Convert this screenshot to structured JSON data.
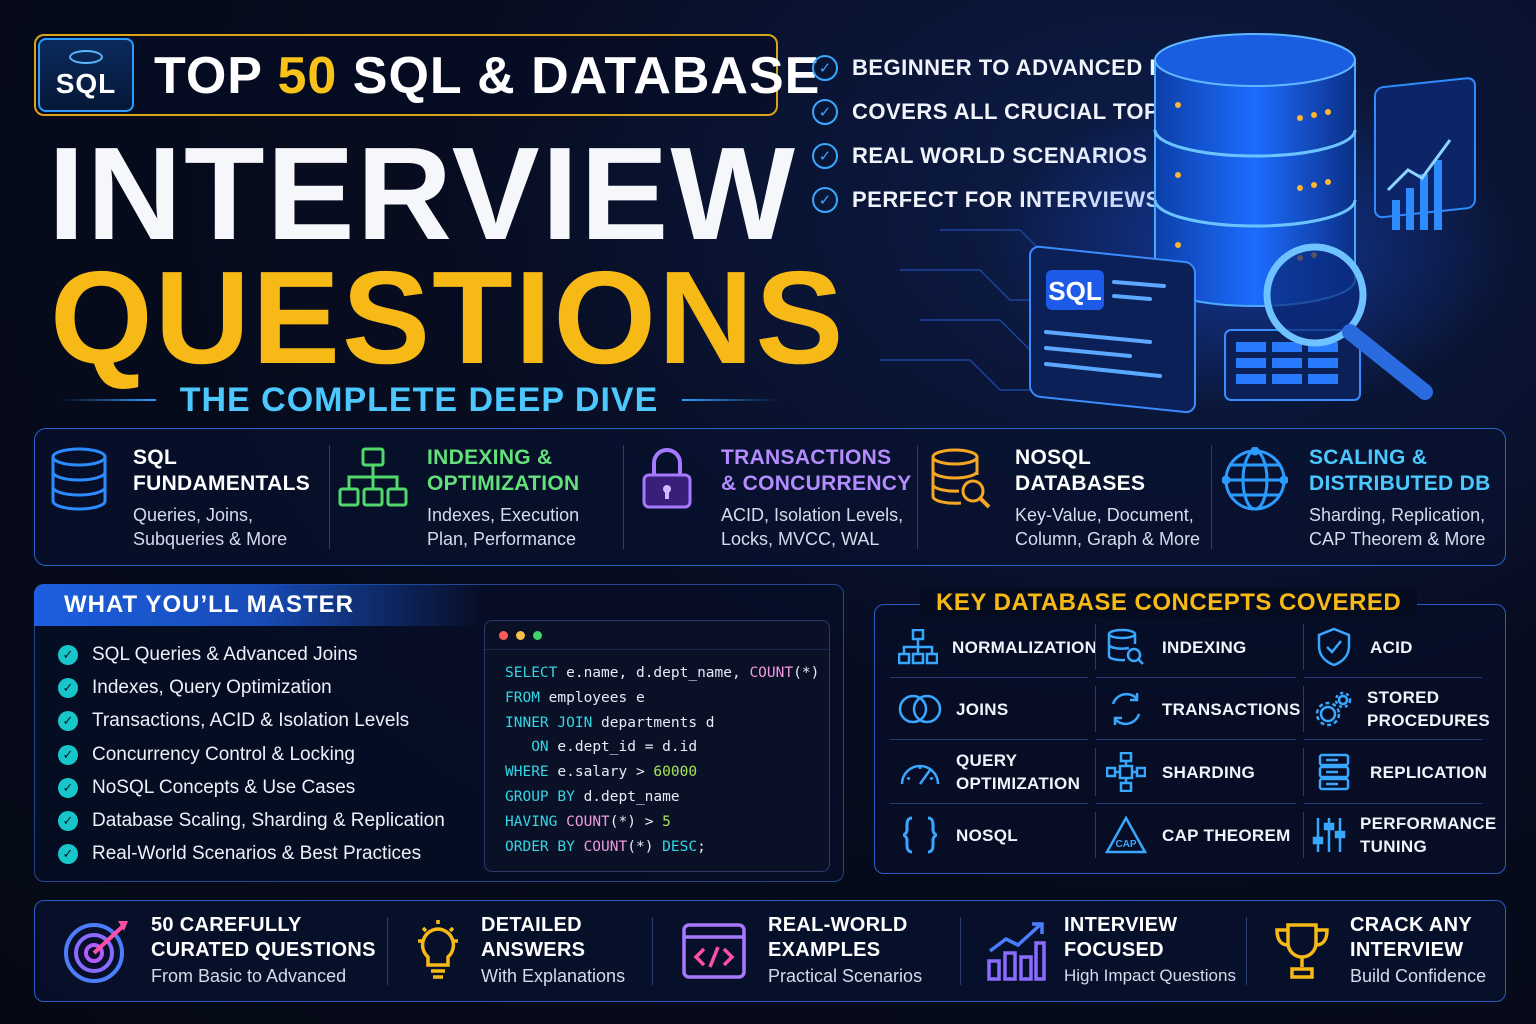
{
  "header": {
    "badge": "SQL",
    "title_prefix": "TOP",
    "title_number": "50",
    "title_suffix": "SQL & DATABASE",
    "line1": "INTERVIEW",
    "line2": "QUESTIONS",
    "subtitle": "THE COMPLETE DEEP DIVE"
  },
  "features": [
    "BEGINNER TO ADVANCED LEVEL",
    "COVERS ALL CRUCIAL TOPICS",
    "REAL WORLD SCENARIOS",
    "PERFECT FOR INTERVIEWS"
  ],
  "hero": {
    "sql_label": "SQL"
  },
  "topics": [
    {
      "title1": "SQL",
      "title2": "FUNDAMENTALS",
      "desc1": "Queries, Joins,",
      "desc2": "Subqueries & More",
      "color": "#ffffff",
      "icon": "database-icon"
    },
    {
      "title1": "INDEXING &",
      "title2": "OPTIMIZATION",
      "desc1": "Indexes, Execution",
      "desc2": "Plan, Performance",
      "color": "#63e07a",
      "icon": "hierarchy-icon"
    },
    {
      "title1": "TRANSACTIONS",
      "title2": "& CONCURRENCY",
      "desc1": "ACID, Isolation Levels,",
      "desc2": "Locks, MVCC, WAL",
      "color": "#b58cff",
      "icon": "lock-icon"
    },
    {
      "title1": "NOSQL",
      "title2": "DATABASES",
      "desc1": "Key-Value, Document,",
      "desc2": "Column, Graph & More",
      "color": "#ffffff",
      "icon": "database-search-icon"
    },
    {
      "title1": "SCALING &",
      "title2": "DISTRIBUTED DB",
      "desc1": "Sharding, Replication,",
      "desc2": "CAP Theorem & More",
      "color": "#4cc8ff",
      "icon": "globe-icon"
    }
  ],
  "master": {
    "title": "WHAT YOU’LL MASTER",
    "items": [
      "SQL Queries & Advanced Joins",
      "Indexes, Query Optimization",
      "Transactions, ACID & Isolation Levels",
      "Concurrency Control & Locking",
      "NoSQL Concepts & Use Cases",
      "Database Scaling, Sharding & Replication",
      "Real-World Scenarios & Best Practices"
    ]
  },
  "code": {
    "lines": [
      "SELECT e.name, d.dept_name, COUNT(*)",
      "FROM employees e",
      "INNER JOIN departments d",
      "   ON e.dept_id = d.id",
      "WHERE e.salary > 60000",
      "GROUP BY d.dept_name",
      "HAVING COUNT(*) > 5",
      "ORDER BY COUNT(*) DESC;"
    ],
    "dot_colors": [
      "#ff5b5b",
      "#f6c04a",
      "#3fd36b"
    ]
  },
  "concepts": {
    "title": "KEY DATABASE CONCEPTS COVERED",
    "items": [
      {
        "l1": "NORMALIZATION",
        "l2": "",
        "icon": "hierarchy-icon"
      },
      {
        "l1": "INDEXING",
        "l2": "",
        "icon": "database-search-icon"
      },
      {
        "l1": "ACID",
        "l2": "",
        "icon": "shield-check-icon"
      },
      {
        "l1": "JOINS",
        "l2": "",
        "icon": "venn-icon"
      },
      {
        "l1": "TRANSACTIONS",
        "l2": "",
        "icon": "cycle-icon"
      },
      {
        "l1": "STORED",
        "l2": "PROCEDURES",
        "icon": "gears-icon"
      },
      {
        "l1": "QUERY",
        "l2": "OPTIMIZATION",
        "icon": "gauge-icon"
      },
      {
        "l1": "SHARDING",
        "l2": "",
        "icon": "network-icon"
      },
      {
        "l1": "REPLICATION",
        "l2": "",
        "icon": "server-icon"
      },
      {
        "l1": "NOSQL",
        "l2": "",
        "icon": "braces-icon"
      },
      {
        "l1": "CAP THEOREM",
        "l2": "",
        "icon": "cap-triangle-icon"
      },
      {
        "l1": "PERFORMANCE",
        "l2": "TUNING",
        "icon": "sliders-icon"
      }
    ],
    "cap_label": "CAP"
  },
  "bottom": [
    {
      "t1": "50 CAREFULLY",
      "t2": "CURATED QUESTIONS",
      "d": "From Basic to Advanced",
      "icon": "target-icon"
    },
    {
      "t1": "DETAILED",
      "t2": "ANSWERS",
      "d": "With Explanations",
      "icon": "lightbulb-icon"
    },
    {
      "t1": "REAL-WORLD",
      "t2": "EXAMPLES",
      "d": "Practical Scenarios",
      "icon": "code-window-icon"
    },
    {
      "t1": "INTERVIEW",
      "t2": "FOCUSED",
      "d": "High Impact Questions",
      "icon": "chart-up-icon"
    },
    {
      "t1": "CRACK ANY",
      "t2": "INTERVIEW",
      "d": "Build Confidence",
      "icon": "trophy-icon"
    }
  ],
  "colors": {
    "accent_yellow": "#f7b915",
    "accent_cyan": "#4cc8ff",
    "accent_blue": "#2b9bff"
  }
}
